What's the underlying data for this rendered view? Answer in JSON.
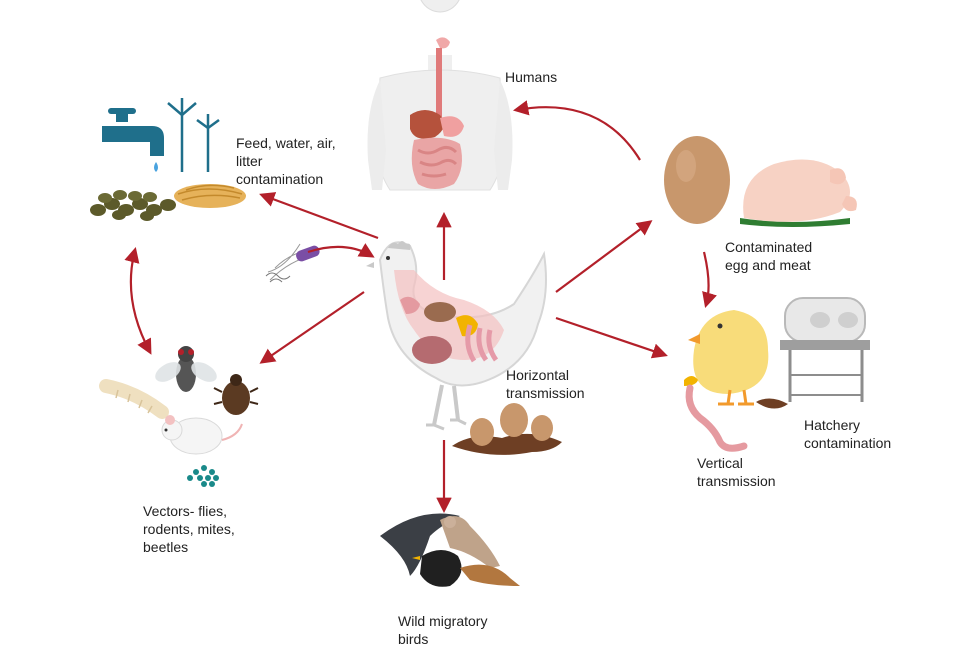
{
  "labels": {
    "humans": "Humans",
    "feed": "Feed, water, air,\nlitter\ncontamination",
    "contaminated": "Contaminated\negg and meat",
    "horizontal": "Horizontal\ntransmission",
    "hatchery": "Hatchery\ncontamination",
    "vertical": "Vertical\ntransmission",
    "vectors": "Vectors- flies,\nrodents, mites,\nbeetles",
    "wild": "Wild migratory\nbirds"
  },
  "colors": {
    "arrow": "#b3202a",
    "hen": "#f1f1f1",
    "organs": "#e8a2a2",
    "tap": "#1f6f8b",
    "egg": "#c8976c",
    "chick": "#f8dc7a",
    "pellet": "#5c5a2a",
    "straw": "#e6b25a"
  },
  "icons": [
    "human-body-icon",
    "tap-icon",
    "wind-turbine-icon",
    "feed-pellets-icon",
    "straw-icon",
    "bacteria-icon",
    "hen-icon",
    "egg-icon",
    "chicken-meat-icon",
    "chick-icon",
    "incubator-icon",
    "intestine-icon",
    "fly-icon",
    "beetle-icon",
    "larva-icon",
    "mouse-icon",
    "mites-icon",
    "eggs-in-feces-icon",
    "wild-birds-icon"
  ]
}
